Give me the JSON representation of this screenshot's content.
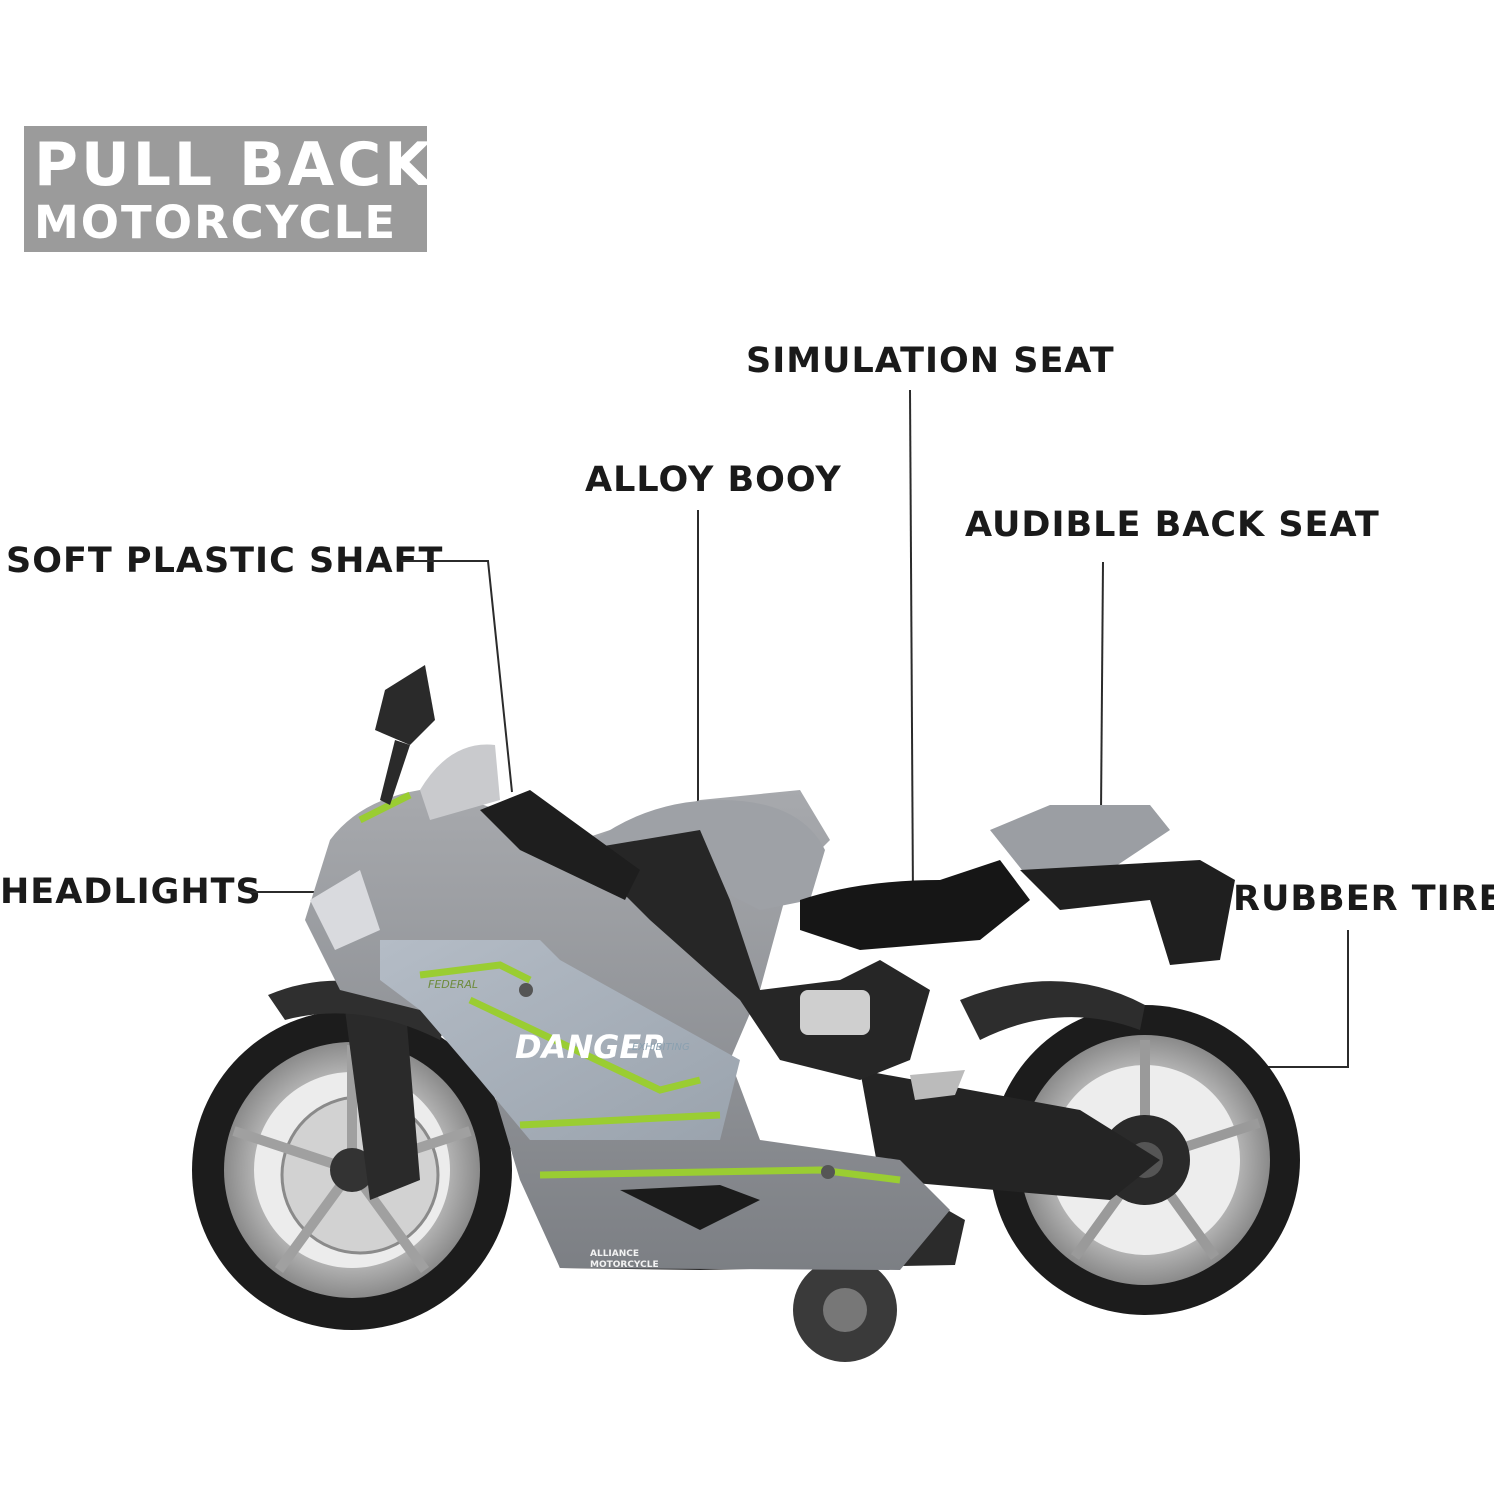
{
  "title": {
    "line1": "PULL BACK",
    "line2": "MOTORCYCLE"
  },
  "callouts": {
    "simulation_seat": "SIMULATION SEAT",
    "alloy_body": "ALLOY BOOY",
    "audible_back_seat": "AUDIBLE BACK SEAT",
    "soft_plastic_shaft": "SOFT PLASTIC SHAFT",
    "headlights": "HEADLIGHTS",
    "rubber_tires": "RUBBER TIRES"
  },
  "bike_decals": {
    "brand": "DANGER",
    "small_top": "FEDERAL",
    "small_sub": "EXHIBITING",
    "logo_line1": "ALLIANCE",
    "logo_line2": "MOTORCYCLE"
  },
  "colors": {
    "title_background": "#9b9b9b",
    "body_grey": "#8e9196",
    "panel_blue_grey": "#a4adb7",
    "accent_green": "#9acd32",
    "tire_black": "#1c1c1c"
  }
}
